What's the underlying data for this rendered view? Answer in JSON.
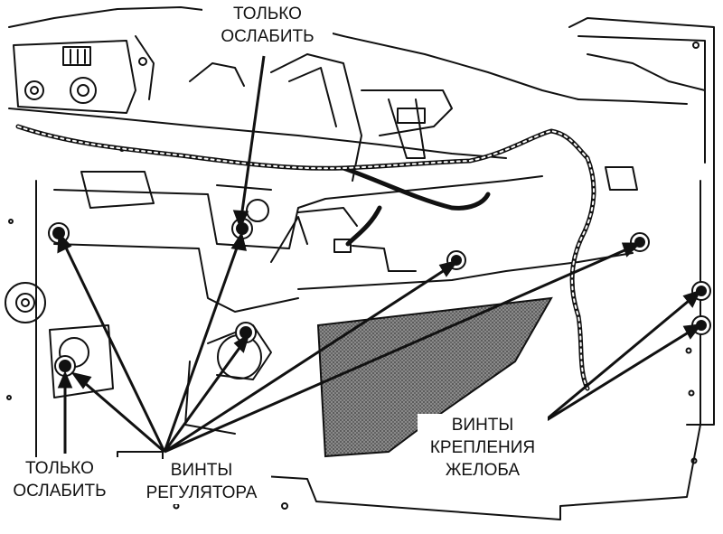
{
  "labels": {
    "loosen_top": {
      "line1": "ТОЛЬКО",
      "line2": "ОСЛАБИТЬ"
    },
    "loosen_bottom": {
      "line1": "ТОЛЬКО",
      "line2": "ОСЛАБИТЬ"
    },
    "regulator_screws": {
      "line1": "ВИНТЫ",
      "line2": "РЕГУЛЯТОРА"
    },
    "gutter_screws": {
      "line1": "ВИНТЫ",
      "line2": "КРЕПЛЕНИЯ",
      "line3": "ЖЕЛОБА"
    }
  },
  "colors": {
    "ink": "#111111",
    "paper": "#ffffff",
    "shade": "#555555"
  }
}
